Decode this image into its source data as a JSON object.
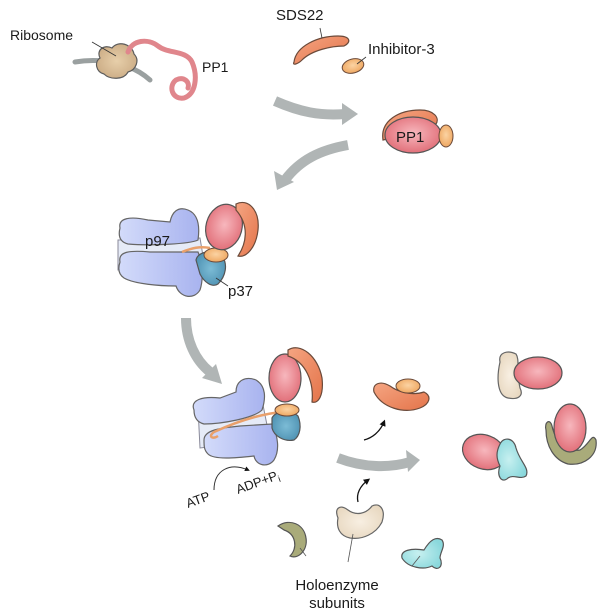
{
  "labels": {
    "ribosome": "Ribosome",
    "pp1_nascent": "PP1",
    "sds22": "SDS22",
    "inhibitor3": "Inhibitor-3",
    "pp1_complex": "PP1",
    "p97": "p97",
    "p37": "p37",
    "atp": "ATP",
    "adp": "ADP+P",
    "adp_sub": "i",
    "holoenzyme_line1": "Holoenzyme",
    "holoenzyme_line2": "subunits"
  },
  "colors": {
    "pp1": "#e8737c",
    "sds22": "#e9845a",
    "inhibitor3": "#f1b06b",
    "p97": "#b5c0f3",
    "p97_light": "#e6ebf7",
    "p37": "#5b9fbf",
    "ribosome": "#d2b48c",
    "arrow": "#b0b5b5",
    "holo_beige": "#efe3cf",
    "holo_olive": "#a9ab7a",
    "holo_cyan": "#a8e4e4"
  }
}
